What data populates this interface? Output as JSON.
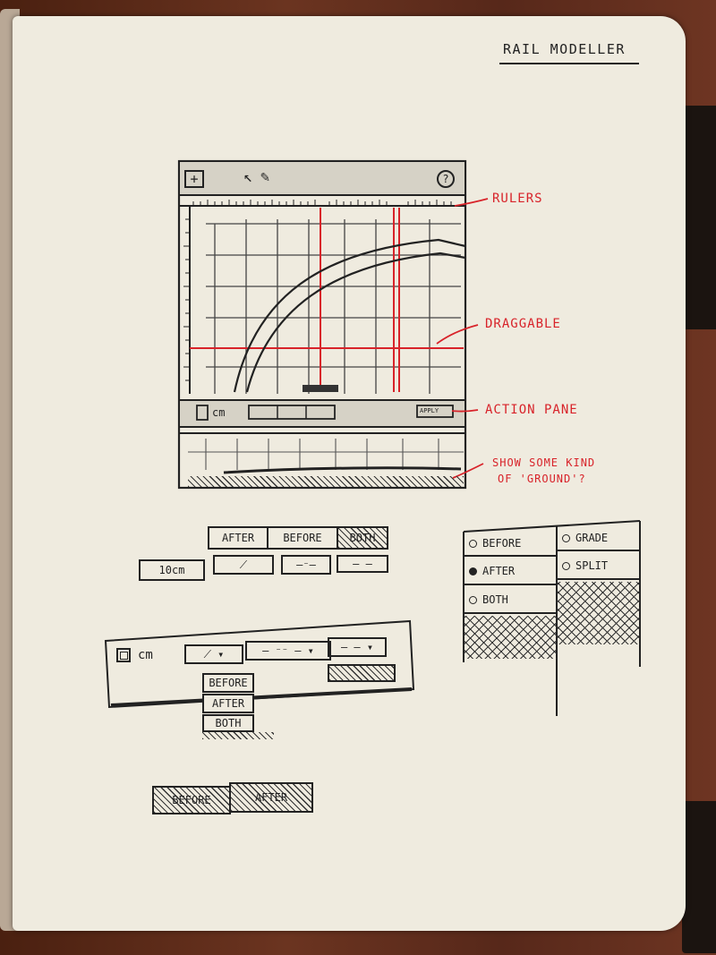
{
  "title": "RAIL MODELLER",
  "annotations": {
    "rulers": "RULERS",
    "draggable": "DRAGGABLE",
    "action_pane": "ACTION PANE",
    "ground_1": "SHOW SOME KIND",
    "ground_2": "OF 'GROUND'?"
  },
  "mockup": {
    "add_icon": "+",
    "help_icon": "?",
    "unit": "cm",
    "apply_label": "APPLY"
  },
  "segmented": {
    "after": "AFTER",
    "before": "BEFORE",
    "both": "BOTH",
    "length": "10cm"
  },
  "radio_panel": {
    "before": "BEFORE",
    "grade": "GRADE",
    "after": "AFTER",
    "split": "SPLIT",
    "both": "BOTH"
  },
  "toolbar_sketch": {
    "unit": "cm",
    "dropdown": [
      "BEFORE",
      "AFTER",
      "BOTH"
    ]
  },
  "bottom_toggle": {
    "before": "BEFORE",
    "after": "AFTER"
  }
}
